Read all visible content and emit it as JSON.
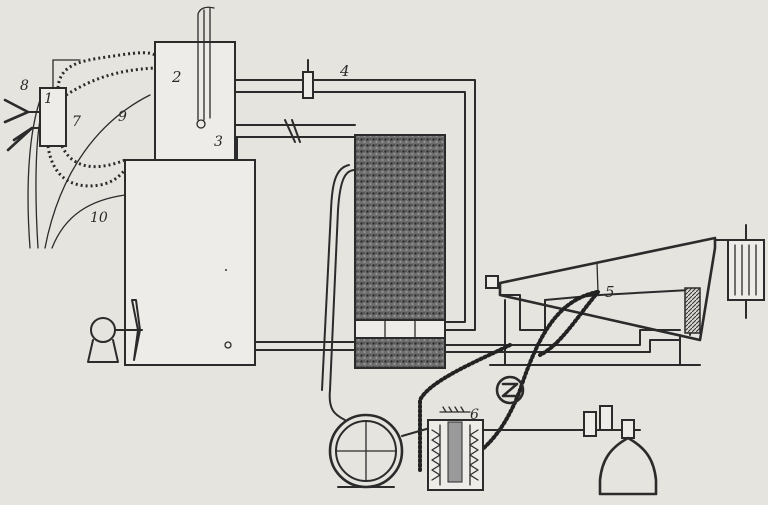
{
  "labels": {
    "l1": "1",
    "l2": "2",
    "l3": "3",
    "l4": "4",
    "l5": "5",
    "l6": "6",
    "l7": "7",
    "l8": "8",
    "l9": "9",
    "l10": "10"
  },
  "colors": {
    "paper": "#e6e4df",
    "ink": "#2b2b2b"
  }
}
